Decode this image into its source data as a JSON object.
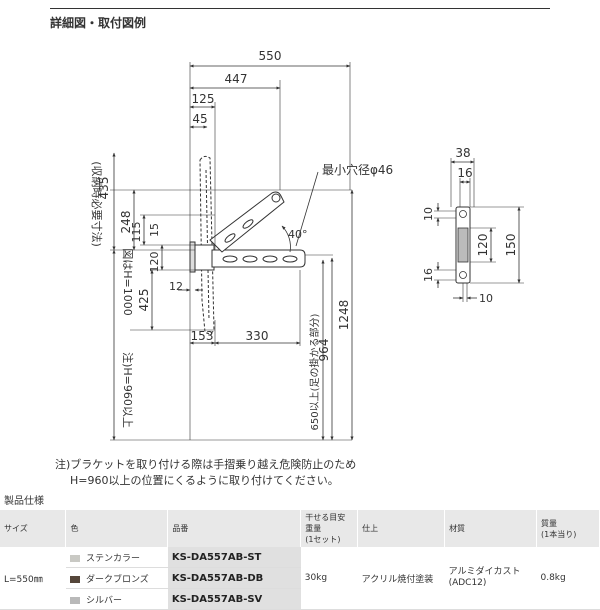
{
  "title": "詳細図・取付図例",
  "dims": {
    "d550": "550",
    "d447": "447",
    "d125": "125",
    "d45": "45",
    "d435": "435",
    "note435": "(収納時必要寸法)",
    "d248": "248",
    "d115": "115",
    "d15": "15",
    "d120": "120",
    "d425": "425",
    "d12": "12",
    "d153": "153",
    "d330": "330",
    "d964": "964",
    "d1248": "1248",
    "hole": "最小穴径φ46",
    "angle": "40°",
    "h1000": "図はH=1000",
    "h960": "注)H=960以上",
    "d650": "650以上(足の掛かる部分)",
    "s38": "38",
    "s16": "16",
    "s10": "10",
    "s120": "120",
    "s150": "150",
    "s16b": "16",
    "s10b": "10"
  },
  "notes": {
    "line1": "注)ブラケットを取り付ける際は手摺乗り越え危険防止のため",
    "line2": "H=960以上の位置にくるように取り付けてください。"
  },
  "spec": {
    "title": "製品仕様",
    "headers": {
      "size": "サイズ",
      "color": "色",
      "part": "品番",
      "load1": "干せる目安重量",
      "load2": "(1セット)",
      "finish": "仕上",
      "material": "材質",
      "weight1": "質量",
      "weight2": "(1本当り)"
    },
    "size": "L=550㎜",
    "rows": [
      {
        "color": "ステンカラー",
        "swatch": "#c9c9c4",
        "part": "KS-DA557AB-ST"
      },
      {
        "color": "ダークブロンズ",
        "swatch": "#55463a",
        "part": "KS-DA557AB-DB"
      },
      {
        "color": "シルバー",
        "swatch": "#b9b9b9",
        "part": "KS-DA557AB-SV"
      }
    ],
    "load": "30kg",
    "finish": "アクリル焼付塗装",
    "material1": "アルミダイカスト",
    "material2": "(ADC12)",
    "weight": "0.8kg"
  }
}
